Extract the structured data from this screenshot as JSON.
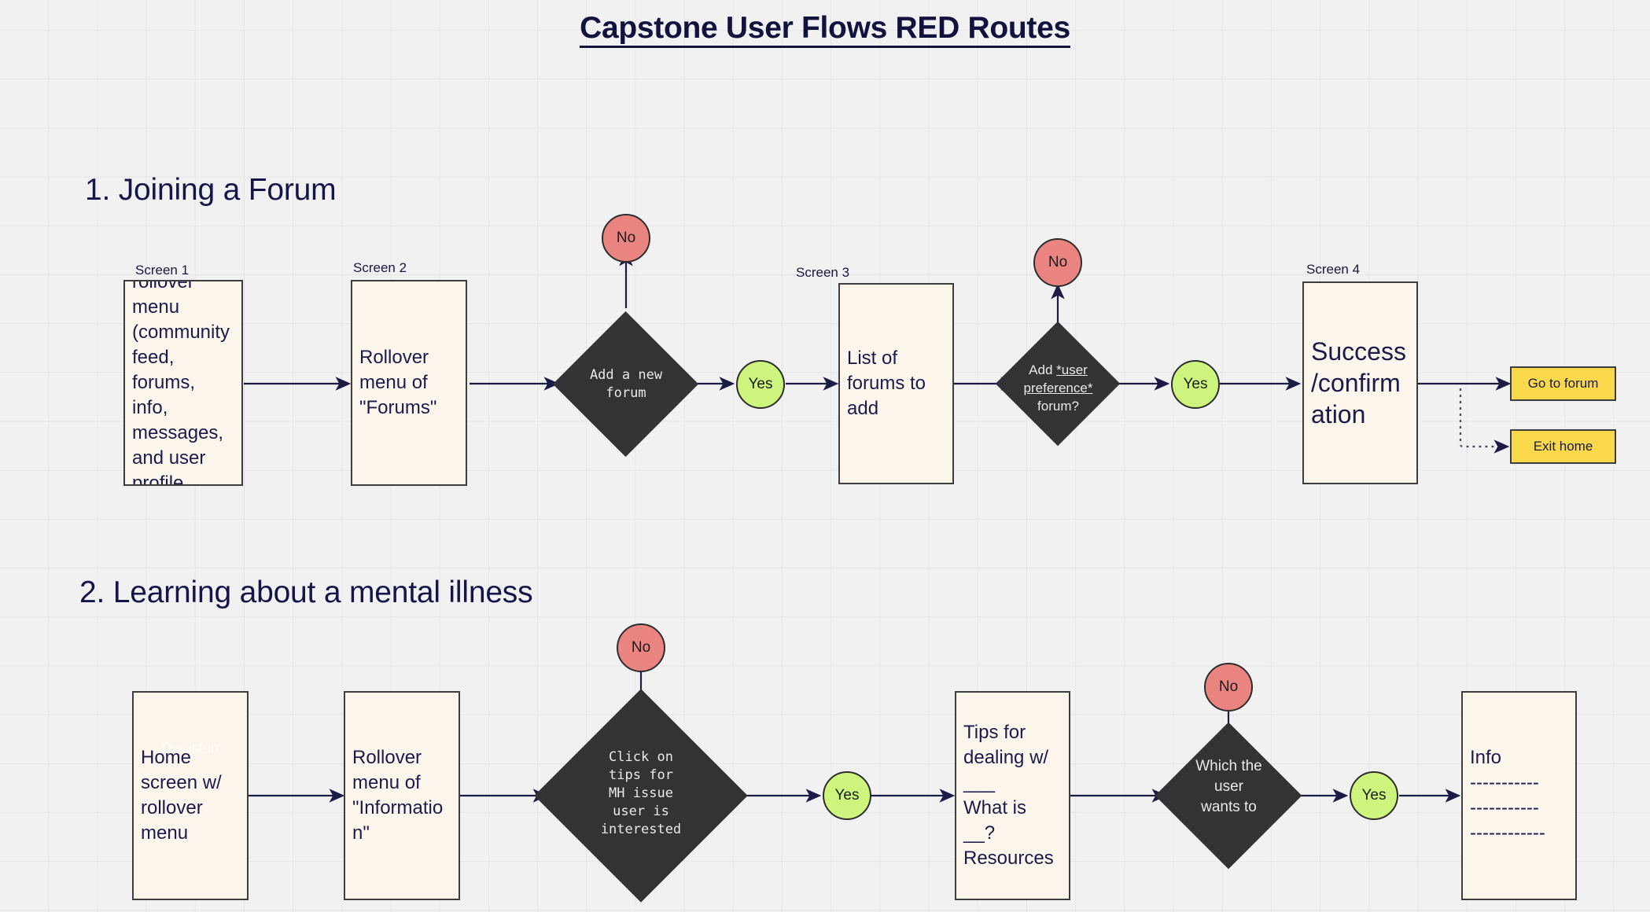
{
  "title": "Capstone User Flows RED Routes",
  "sections": [
    {
      "heading": "1. Joining a Forum",
      "screen_labels": [
        "Screen 1",
        "Screen 2",
        "Screen 3",
        "Screen 4"
      ],
      "boxes": [
        {
          "text": "Home screen w/ rollover menu (community feed, forums, info, messages, and user profile, respectively)"
        },
        {
          "text": "Rollover menu of \"Forums\""
        },
        {
          "text": "List of forums to add"
        },
        {
          "text": "Success/confirmation"
        }
      ],
      "diamonds": [
        {
          "text": "Add a new\nforum",
          "font": "mono"
        },
        {
          "text": "Add *user preference* forum?",
          "font": "sans",
          "underline": "*user preference*"
        }
      ],
      "decisions": [
        {
          "label": "No"
        },
        {
          "label": "Yes"
        },
        {
          "label": "No"
        },
        {
          "label": "Yes"
        }
      ],
      "buttons": [
        {
          "label": "Go to forum"
        },
        {
          "label": "Exit home"
        }
      ]
    },
    {
      "heading": "2. Learning about a mental illness",
      "ghost_label": "Decision",
      "boxes": [
        {
          "text": "Home screen w/ rollover menu"
        },
        {
          "text": "Rollover menu of \"Information\""
        },
        {
          "text": "Tips for dealing w/ ___\nWhat is __?\nResources"
        },
        {
          "text": "Info",
          "dashes": [
            "-----------",
            "-----------",
            "------------"
          ]
        }
      ],
      "diamonds": [
        {
          "text": "Click on\ntips for\nMH issue\nuser is\ninterested",
          "font": "mono"
        },
        {
          "text": "Which the\nuser\nwants to",
          "font": "sans"
        }
      ],
      "decisions": [
        {
          "label": "No"
        },
        {
          "label": "Yes"
        },
        {
          "label": "No"
        },
        {
          "label": "Yes"
        }
      ]
    }
  ],
  "colors": {
    "background": "#f1f1f1",
    "grid": "#e6e6e6",
    "ink": "#12123f",
    "box_fill": "#fbf5ec",
    "box_border": "#3d3d3d",
    "diamond_fill": "#333336",
    "yes": "#cdf57e",
    "no": "#ea8480",
    "button": "#f9d94b",
    "connector": "#1b1b45"
  }
}
